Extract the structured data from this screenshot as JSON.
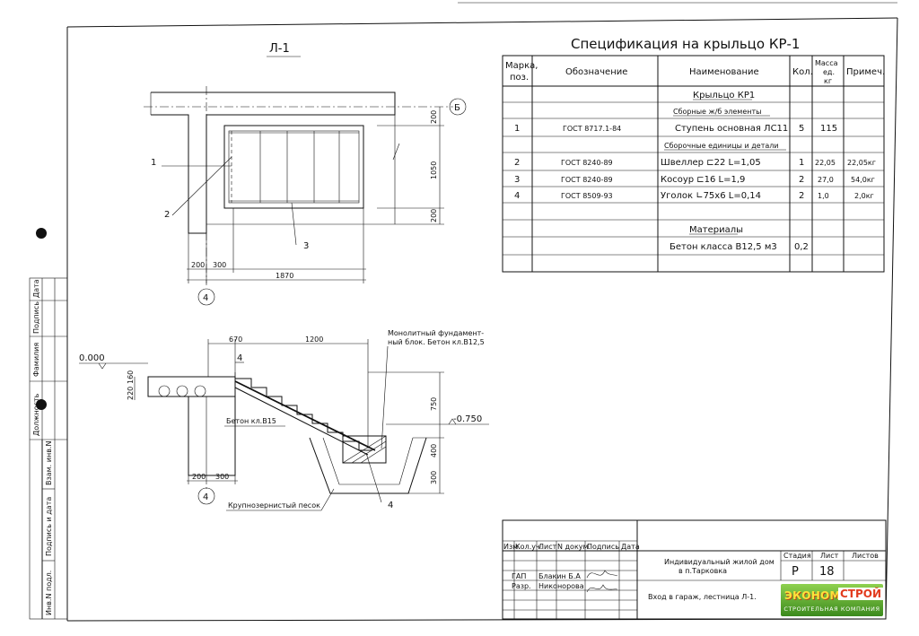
{
  "plan": {
    "title": "Л-1",
    "axis_b": "Б",
    "axis_4": "4",
    "dim_200_top": "200",
    "dim_1050": "1050",
    "dim_200_bottom": "200",
    "dim_200_left": "200",
    "dim_300": "300",
    "dim_1870": "1870",
    "callout_1": "1",
    "callout_2": "2",
    "callout_3": "3"
  },
  "section": {
    "level_0": "0.000",
    "level_minus": "-0.750",
    "dim_670": "670",
    "dim_1200": "1200",
    "dim_220": "220",
    "dim_160": "160",
    "dim_750": "750",
    "dim_400": "400",
    "dim_300_v": "300",
    "dim_200_h": "200",
    "dim_300_h": "300",
    "callout_4_top": "4",
    "callout_4_bottom": "4",
    "axis_4": "4",
    "note_foundation_1": "Монолитный фундамент-",
    "note_foundation_2": "ный блок. Бетон кл.В12,5",
    "note_concrete": "Бетон кл.В15",
    "note_sand": "Крупнозернистый песок"
  },
  "spec": {
    "title": "Спецификация на крыльцо КР-1",
    "headers": {
      "mark": [
        "Марка,",
        "поз."
      ],
      "designation": "Обозначение",
      "name": "Наименование",
      "qty": "Кол.",
      "mass": [
        "Масса",
        "ед.",
        "кг"
      ],
      "note": "Примеч."
    },
    "rows": [
      {
        "mark": "",
        "designation": "",
        "name": "Крыльцо КР1",
        "qty": "",
        "mass": "",
        "note": "",
        "underline": true
      },
      {
        "mark": "",
        "designation": "",
        "name": "Сборные ж/б элементы",
        "qty": "",
        "mass": "",
        "note": "",
        "underline": true
      },
      {
        "mark": "1",
        "designation": "ГОСТ 8717.1-84",
        "name": "Ступень основная ЛС11",
        "qty": "5",
        "mass": "115",
        "note": ""
      },
      {
        "mark": "",
        "designation": "",
        "name": "Сборочные единицы и детали",
        "qty": "",
        "mass": "",
        "note": "",
        "underline": true
      },
      {
        "mark": "2",
        "designation": "ГОСТ 8240-89",
        "name": "Швеллер ⊏22      L=1,05",
        "qty": "1",
        "mass": "22,05",
        "note": "22,05кг"
      },
      {
        "mark": "3",
        "designation": "ГОСТ 8240-89",
        "name": "Косоур ⊏16      L=1,9",
        "qty": "2",
        "mass": "27,0",
        "note": "54,0кг"
      },
      {
        "mark": "4",
        "designation": "ГОСТ 8509-93",
        "name": "Уголок ∟75х6    L=0,14",
        "qty": "2",
        "mass": "1,0",
        "note": "2,0кг"
      },
      {
        "mark": "",
        "designation": "",
        "name": "",
        "qty": "",
        "mass": "",
        "note": ""
      },
      {
        "mark": "",
        "designation": "",
        "name": "Материалы",
        "qty": "",
        "mass": "",
        "note": "",
        "underline": true
      },
      {
        "mark": "",
        "designation": "",
        "name": "Бетон класса В12,5 м3",
        "qty": "0,2",
        "mass": "",
        "note": ""
      },
      {
        "mark": "",
        "designation": "",
        "name": "",
        "qty": "",
        "mass": "",
        "note": ""
      }
    ]
  },
  "title_block": {
    "col_izm": "Изм.",
    "col_kol": "Кол.уч.",
    "col_list": "Лист",
    "col_ndoc": "N докум.",
    "col_sign": "Подпись",
    "col_date": "Дата",
    "gap_role": "ГАП",
    "gap_name": "Блакин Б.А",
    "razr_role": "Разр.",
    "razr_name": "Никонорова",
    "project_line1": "Индивидуальный жилой дом",
    "project_line2": "в п.Тарковка",
    "sheet_name": "Вход в гараж, лестница Л-1.",
    "stage_label": "Стадия",
    "sheet_label": "Лист",
    "sheets_label": "Листов",
    "stage": "Р",
    "sheet": "18",
    "sheets": ""
  },
  "side_stamp": {
    "date": "Дата",
    "signature": "Подпись",
    "surname": "Фамилия",
    "position": "Должность",
    "replaced_inv": "Взам. инв.N",
    "sign_date": "Подпись и дата",
    "inv_orig": "Инв.N подл."
  },
  "logo": {
    "word1": "ЭКОНОМ",
    "word2": "СТРОЙ",
    "subtitle": "СТРОИТЕЛЬНАЯ КОМПАНИЯ",
    "color_green": "#3b8a1d",
    "color_yellow": "#ffe23a",
    "color_red": "#e23b1e"
  }
}
